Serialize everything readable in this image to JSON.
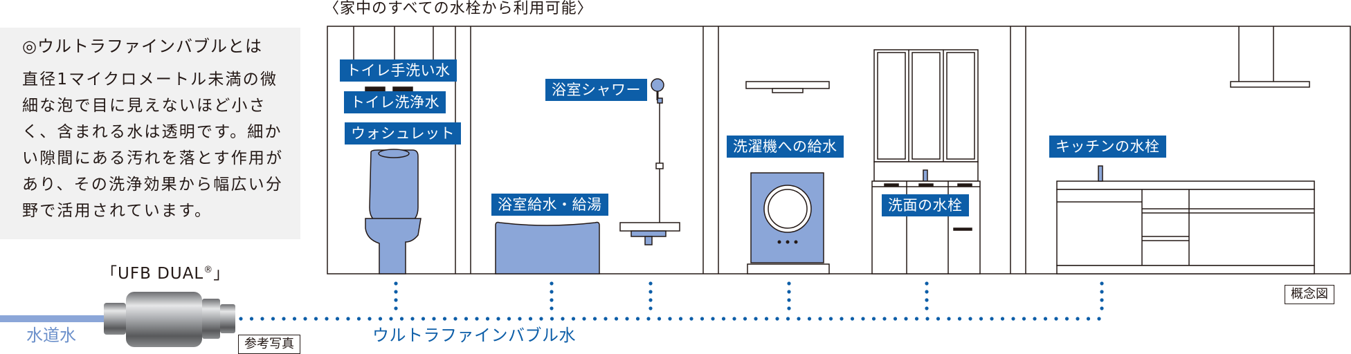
{
  "info": {
    "title": "◎ウルトラファインバブルとは",
    "body": "直径1マイクロメートル未満の微細な泡で目に見えないほど小さく、含まれる水は透明です。細かい隙間にある汚れを落とす作用があり、その洗浄効果から幅広い分野で活用されています。"
  },
  "heading": "〈家中のすべての水栓から利用可能〉",
  "labels": {
    "toilet_hand_wash": "トイレ手洗い水",
    "toilet_flush": "トイレ洗浄水",
    "washlet": "ウォシュレット",
    "bath_shower": "浴室シャワー",
    "bath_supply": "浴室給水・給湯",
    "washer_supply": "洗濯機への給水",
    "washbasin_faucet": "洗面の水栓",
    "kitchen_faucet": "キッチンの水栓"
  },
  "product": {
    "name": "「UFB DUAL",
    "reg_mark": "®",
    "close": "」"
  },
  "water_label": "水道水",
  "ufb_water_label": "ウルトラファインバブル水",
  "photo_tag": "参考写真",
  "concept_tag": "概念図",
  "colors": {
    "label_bg": "#0d5ea8",
    "fixture_fill": "#8ba6d8",
    "tap_water": "#6a8fca",
    "dots": "#0d5ea8"
  }
}
